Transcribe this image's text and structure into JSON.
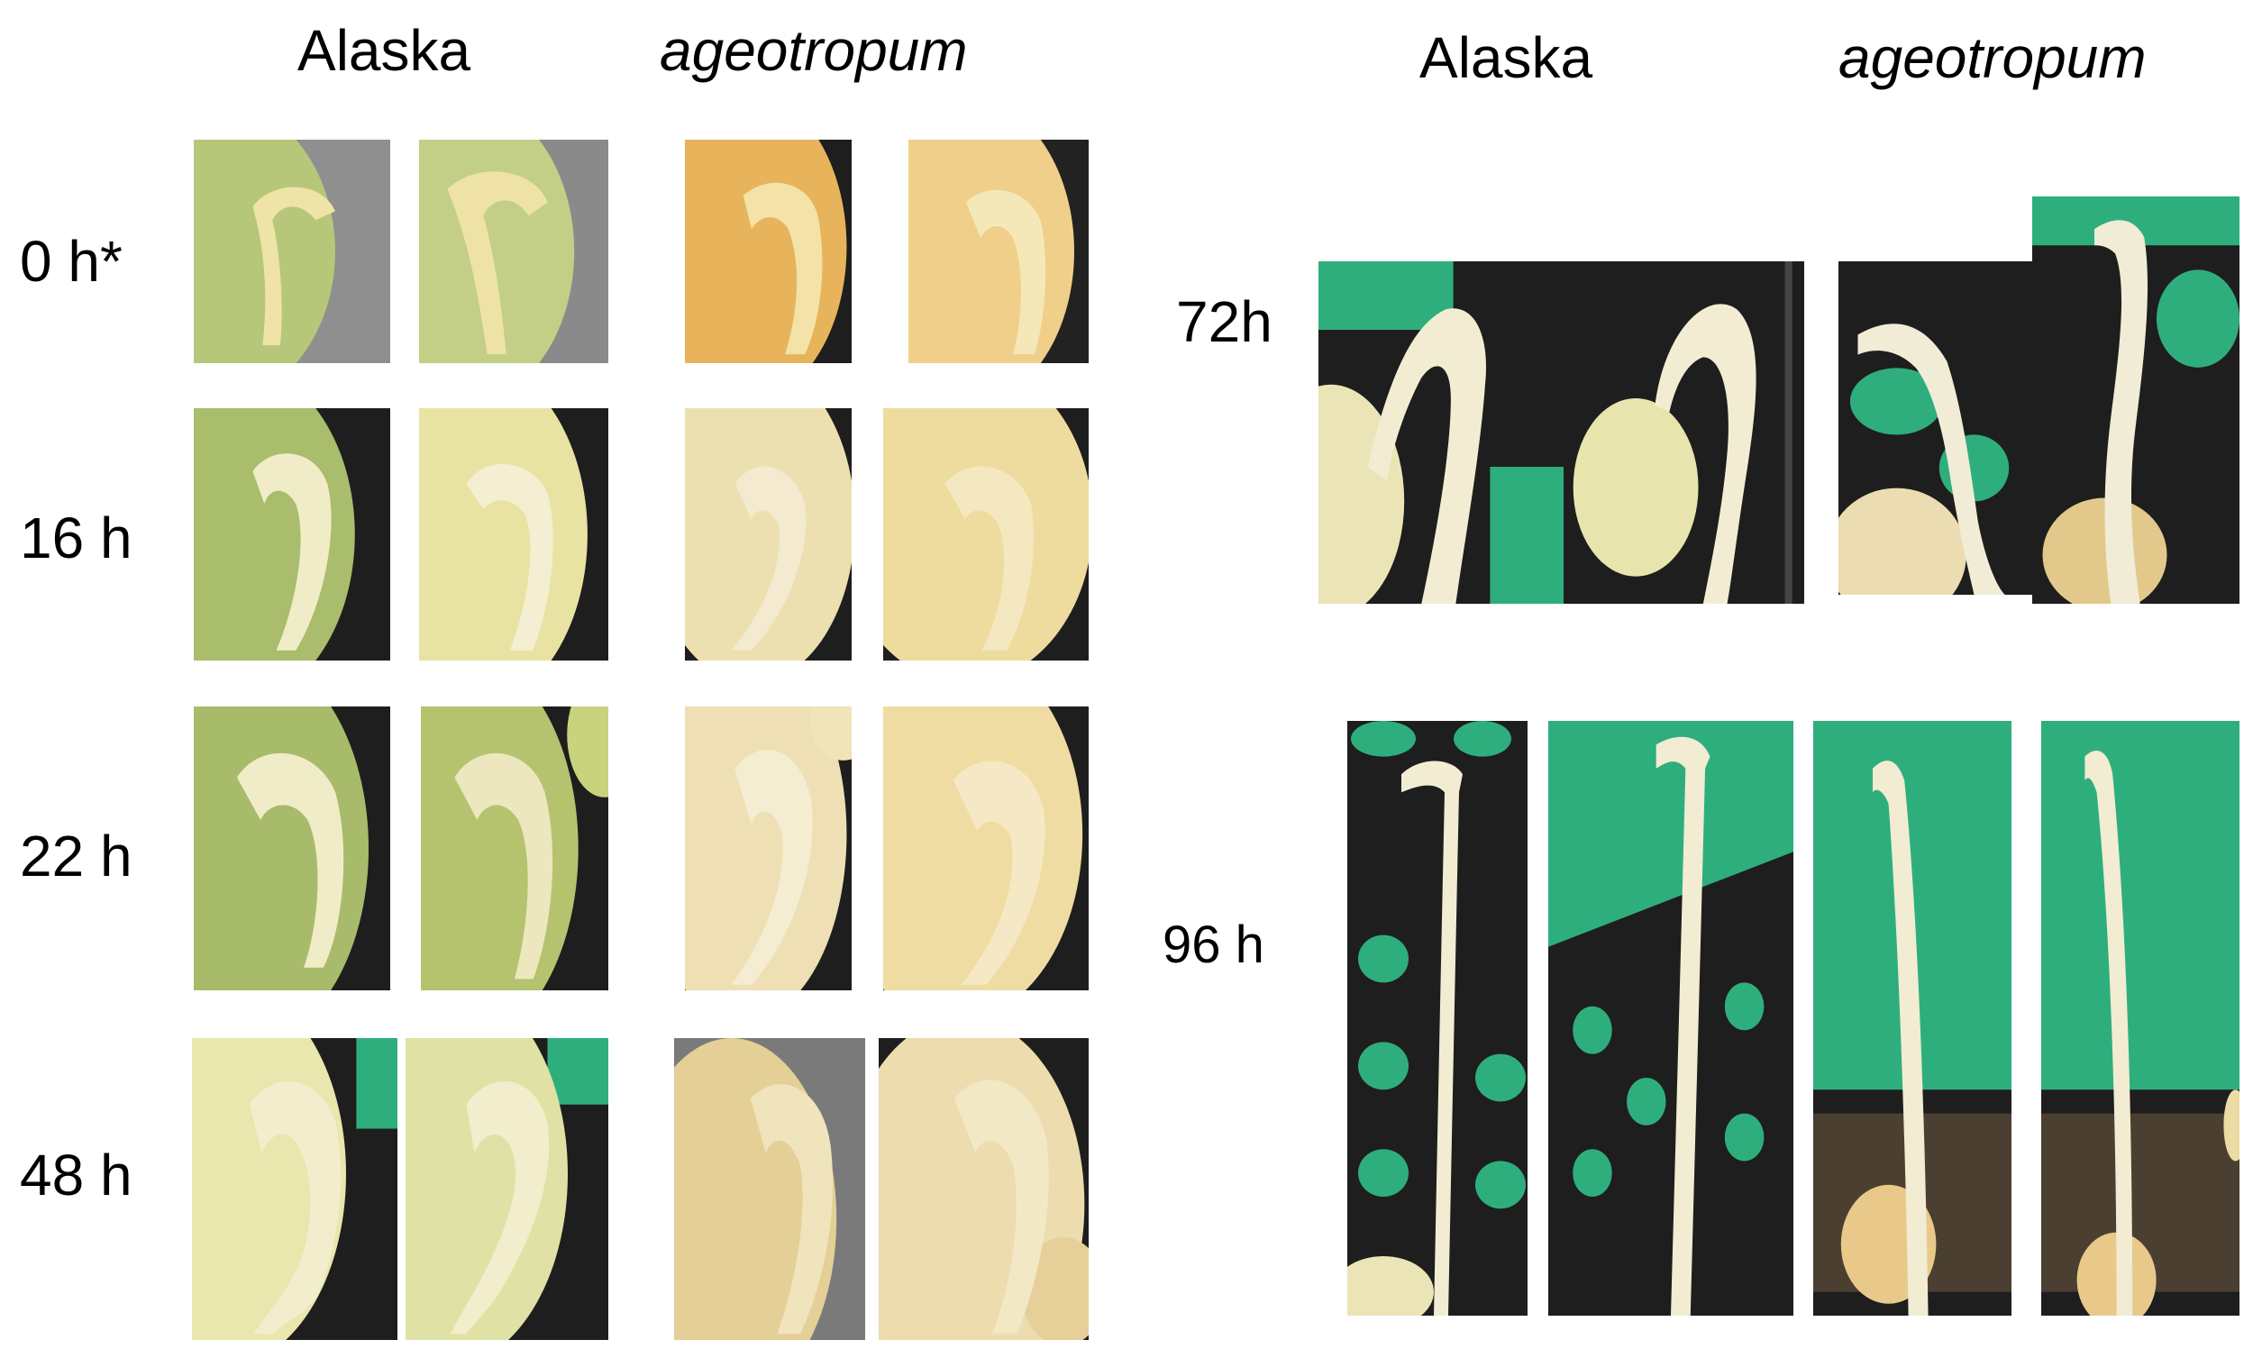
{
  "left_panel": {
    "column_headers": {
      "alaska": "Alaska",
      "ageotropum": "ageotropum"
    },
    "row_labels": [
      "0 h*",
      "16 h",
      "22 h",
      "48 h"
    ]
  },
  "right_panel": {
    "column_headers": {
      "alaska": "Alaska",
      "ageotropum": "ageotropum"
    },
    "row_labels": [
      "72h",
      "96 h"
    ]
  },
  "colors": {
    "seed_green": "#b7c77a",
    "seed_cream": "#eadfa6",
    "seed_orange": "#e7b45c",
    "sprout": "#f1ecc8",
    "dark_background": "#1e1e1e",
    "teal_background": "#2fae7d",
    "gray_background": "#7a7a7a"
  }
}
